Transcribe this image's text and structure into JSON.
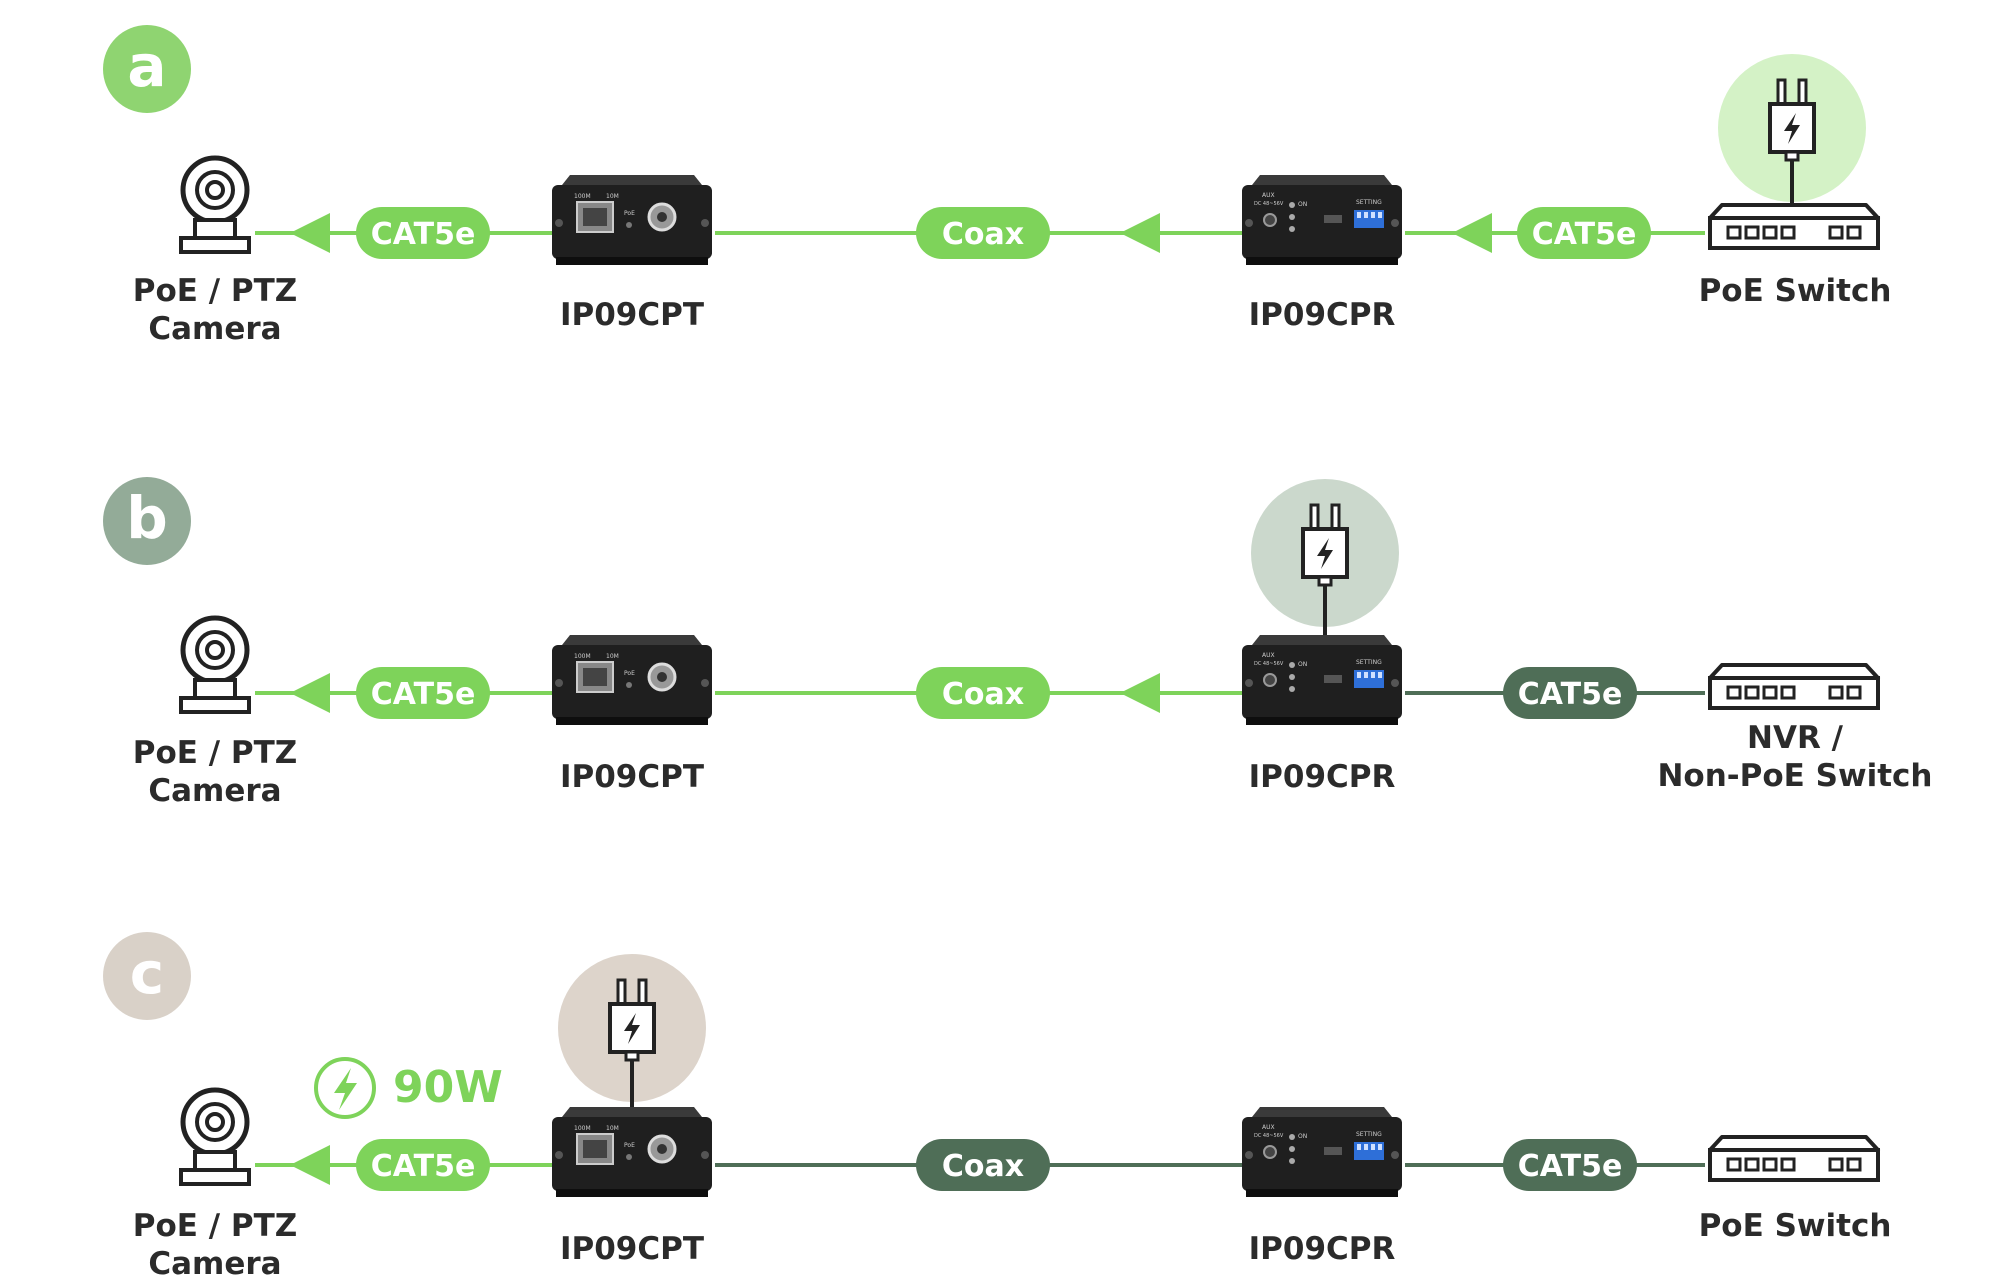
{
  "colors": {
    "green": "#7ed35a",
    "dark": "#4f6e57",
    "badge_a": "#8fd471",
    "badge_b": "#93ab98",
    "badge_c": "#d9d1c8",
    "power_a_bg": "#d4f2c6",
    "power_b_bg": "#cbd8cc",
    "power_c_bg": "#ddd4cb"
  },
  "rows": [
    {
      "badge": "a",
      "camera_line1": "PoE / PTZ",
      "camera_line2": "Camera",
      "transmitter_label": "IP09CPT",
      "receiver_label": "IP09CPR",
      "left_cable": "CAT5e",
      "middle_cable": "Coax",
      "right_cable": "CAT5e",
      "switch_line1": "PoE Switch",
      "switch_line2": "",
      "power_at": "switch",
      "dark_segments": []
    },
    {
      "badge": "b",
      "camera_line1": "PoE / PTZ",
      "camera_line2": "Camera",
      "transmitter_label": "IP09CPT",
      "receiver_label": "IP09CPR",
      "left_cable": "CAT5e",
      "middle_cable": "Coax",
      "right_cable": "CAT5e",
      "switch_line1": "NVR /",
      "switch_line2": "Non-PoE Switch",
      "power_at": "receiver",
      "dark_segments": [
        "right"
      ]
    },
    {
      "badge": "c",
      "camera_line1": "PoE / PTZ",
      "camera_line2": "Camera",
      "transmitter_label": "IP09CPT",
      "receiver_label": "IP09CPR",
      "left_cable": "CAT5e",
      "middle_cable": "Coax",
      "right_cable": "CAT5e",
      "switch_line1": "PoE Switch",
      "switch_line2": "",
      "power_at": "transmitter",
      "dark_segments": [
        "middle",
        "right"
      ],
      "power_rating": "90W"
    }
  ],
  "device_panel": {
    "transmitter_text": [
      "100M",
      "10M",
      "PoE"
    ],
    "receiver_text": [
      "AUX",
      "DC 48~56V",
      "ON",
      "SETTING"
    ]
  },
  "icons": {
    "camera": "camera-icon",
    "switch": "network-switch-icon",
    "power": "power-plug-icon",
    "arrow": "arrow-left-icon",
    "bolt": "lightning-bolt-icon"
  }
}
